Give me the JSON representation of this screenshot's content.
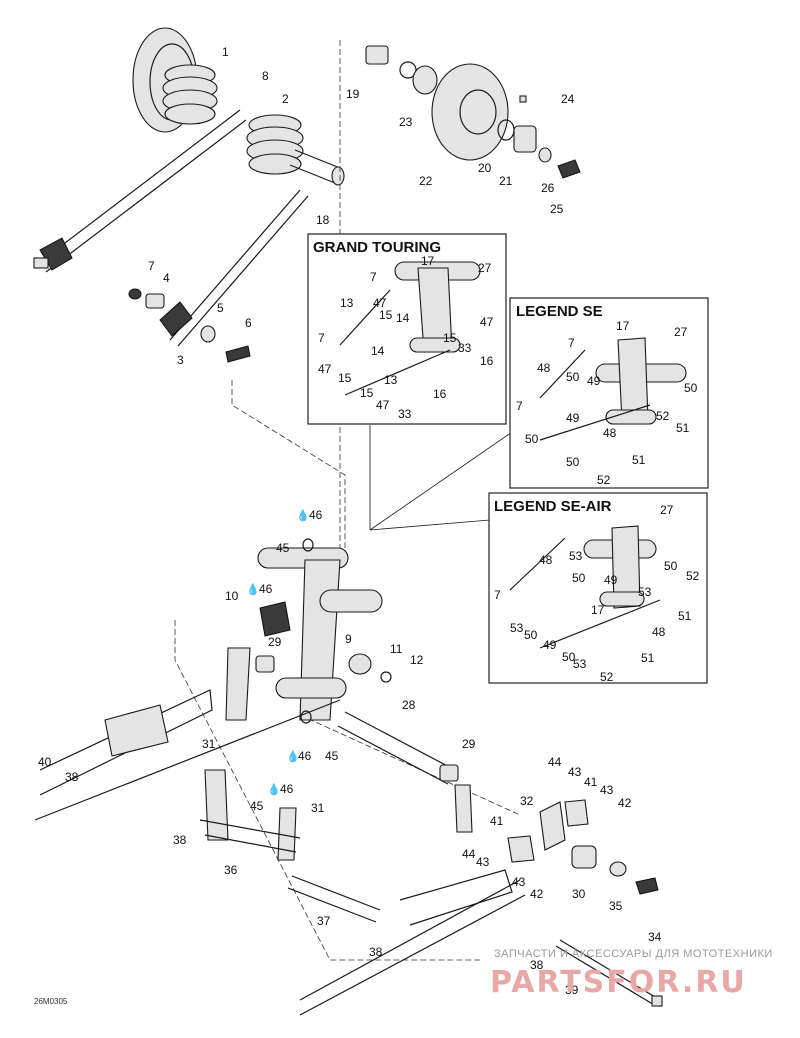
{
  "diagram": {
    "drawing_code": "26M0305",
    "inset_titles": [
      "GRAND TOURING",
      "LEGEND SE",
      "LEGEND SE-AIR"
    ],
    "drop_glyph": "💧",
    "watermark": {
      "text": "ЗАПЧАСТИ И АКСЕССУАРЫ ДЛЯ МОТОТЕХНИКИ",
      "logo": "PARTSFOR.RU"
    }
  },
  "callouts": [
    {
      "id": "c1",
      "label": "1"
    },
    {
      "id": "c2",
      "label": "2"
    },
    {
      "id": "c8",
      "label": "8"
    },
    {
      "id": "c18",
      "label": "18"
    },
    {
      "id": "c19",
      "label": "19"
    },
    {
      "id": "c23",
      "label": "23"
    },
    {
      "id": "c24",
      "label": "24"
    },
    {
      "id": "c22",
      "label": "22"
    },
    {
      "id": "c20",
      "label": "20"
    },
    {
      "id": "c21",
      "label": "21"
    },
    {
      "id": "c26",
      "label": "26"
    },
    {
      "id": "c25",
      "label": "25"
    },
    {
      "id": "c7a",
      "label": "7"
    },
    {
      "id": "c4",
      "label": "4"
    },
    {
      "id": "c5",
      "label": "5"
    },
    {
      "id": "c6",
      "label": "6"
    },
    {
      "id": "c3",
      "label": "3"
    },
    {
      "id": "gt7a",
      "label": "7"
    },
    {
      "id": "gt17",
      "label": "17"
    },
    {
      "id": "gt27",
      "label": "27"
    },
    {
      "id": "gt13a",
      "label": "13"
    },
    {
      "id": "gt47a",
      "label": "47"
    },
    {
      "id": "gt15a",
      "label": "15"
    },
    {
      "id": "gt14a",
      "label": "14"
    },
    {
      "id": "gt47b",
      "label": "47"
    },
    {
      "id": "gt7b",
      "label": "7"
    },
    {
      "id": "gt15b",
      "label": "15"
    },
    {
      "id": "gt33a",
      "label": "33"
    },
    {
      "id": "gt16a",
      "label": "16"
    },
    {
      "id": "gt14b",
      "label": "14"
    },
    {
      "id": "gt47c",
      "label": "47"
    },
    {
      "id": "gt15c",
      "label": "15"
    },
    {
      "id": "gt15d",
      "label": "15"
    },
    {
      "id": "gt47d",
      "label": "47"
    },
    {
      "id": "gt13b",
      "label": "13"
    },
    {
      "id": "gt16b",
      "label": "16"
    },
    {
      "id": "gt33b",
      "label": "33"
    },
    {
      "id": "se17",
      "label": "17"
    },
    {
      "id": "se27",
      "label": "27"
    },
    {
      "id": "se7a",
      "label": "7"
    },
    {
      "id": "se48a",
      "label": "48"
    },
    {
      "id": "se50a",
      "label": "50"
    },
    {
      "id": "se49a",
      "label": "49"
    },
    {
      "id": "se50b",
      "label": "50"
    },
    {
      "id": "se7b",
      "label": "7"
    },
    {
      "id": "se52a",
      "label": "52"
    },
    {
      "id": "se51a",
      "label": "51"
    },
    {
      "id": "se49b",
      "label": "49"
    },
    {
      "id": "se50c",
      "label": "50"
    },
    {
      "id": "se48b",
      "label": "48"
    },
    {
      "id": "se50d",
      "label": "50"
    },
    {
      "id": "se51b",
      "label": "51"
    },
    {
      "id": "se52b",
      "label": "52"
    },
    {
      "id": "sa27",
      "label": "27"
    },
    {
      "id": "sa48a",
      "label": "48"
    },
    {
      "id": "sa53a",
      "label": "53"
    },
    {
      "id": "sa50a",
      "label": "50"
    },
    {
      "id": "sa49a",
      "label": "49"
    },
    {
      "id": "sa50b",
      "label": "50"
    },
    {
      "id": "sa52a",
      "label": "52"
    },
    {
      "id": "sa7",
      "label": "7"
    },
    {
      "id": "sa53b",
      "label": "53"
    },
    {
      "id": "sa17",
      "label": "17"
    },
    {
      "id": "sa51a",
      "label": "51"
    },
    {
      "id": "sa53c",
      "label": "53"
    },
    {
      "id": "sa50c",
      "label": "50"
    },
    {
      "id": "sa48b",
      "label": "48"
    },
    {
      "id": "sa49b",
      "label": "49"
    },
    {
      "id": "sa50d",
      "label": "50"
    },
    {
      "id": "sa53d",
      "label": "53"
    },
    {
      "id": "sa51b",
      "label": "51"
    },
    {
      "id": "sa52b",
      "label": "52"
    },
    {
      "id": "m46a",
      "label": "46"
    },
    {
      "id": "m45a",
      "label": "45"
    },
    {
      "id": "m10",
      "label": "10"
    },
    {
      "id": "m46b",
      "label": "46"
    },
    {
      "id": "m29a",
      "label": "29"
    },
    {
      "id": "m9",
      "label": "9"
    },
    {
      "id": "m11",
      "label": "11"
    },
    {
      "id": "m12",
      "label": "12"
    },
    {
      "id": "m46c",
      "label": "46"
    },
    {
      "id": "m45b",
      "label": "45"
    },
    {
      "id": "m28",
      "label": "28"
    },
    {
      "id": "m40",
      "label": "40"
    },
    {
      "id": "m38a",
      "label": "38"
    },
    {
      "id": "m31a",
      "label": "31"
    },
    {
      "id": "m46d",
      "label": "46"
    },
    {
      "id": "m45c",
      "label": "45"
    },
    {
      "id": "m31b",
      "label": "31"
    },
    {
      "id": "m38b",
      "label": "38"
    },
    {
      "id": "m36",
      "label": "36"
    },
    {
      "id": "m29b",
      "label": "29"
    },
    {
      "id": "m44a",
      "label": "44"
    },
    {
      "id": "m43a",
      "label": "43"
    },
    {
      "id": "m41a",
      "label": "41"
    },
    {
      "id": "m43b",
      "label": "43"
    },
    {
      "id": "m32",
      "label": "32"
    },
    {
      "id": "m42a",
      "label": "42"
    },
    {
      "id": "m44b",
      "label": "44"
    },
    {
      "id": "m41b",
      "label": "41"
    },
    {
      "id": "m43c",
      "label": "43"
    },
    {
      "id": "m43d",
      "label": "43"
    },
    {
      "id": "m42b",
      "label": "42"
    },
    {
      "id": "m30",
      "label": "30"
    },
    {
      "id": "m35",
      "label": "35"
    },
    {
      "id": "m34",
      "label": "34"
    },
    {
      "id": "m37",
      "label": "37"
    },
    {
      "id": "m38c",
      "label": "38"
    },
    {
      "id": "m38d",
      "label": "38"
    },
    {
      "id": "m39",
      "label": "39"
    }
  ]
}
